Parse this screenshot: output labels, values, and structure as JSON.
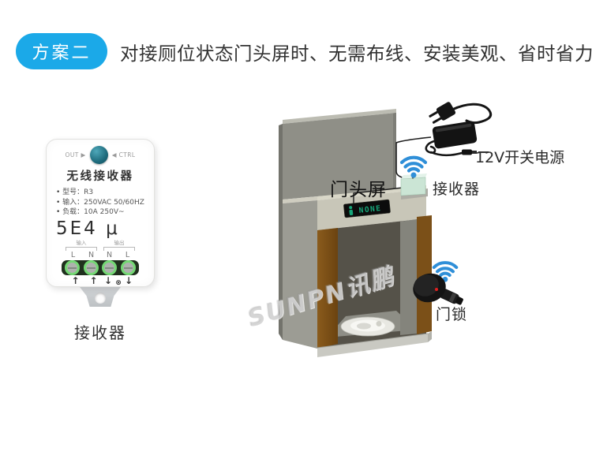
{
  "header": {
    "badge": "方案二",
    "title": "对接厕位状态门头屏时、无需布线、安装美观、省时省力"
  },
  "device": {
    "port_left": "OUT ▶",
    "port_right": "◀ CTRL",
    "name": "无线接收器",
    "specs": [
      "型号：R3",
      "输入：250VAC 50/60HZ",
      "负载：10A  250V~"
    ],
    "marking": "5E4  μ",
    "terminals": {
      "group_in": "输入",
      "group_out": "输出",
      "pins": [
        "L",
        "N",
        "N",
        "L"
      ],
      "arrows": [
        "↑",
        "↑",
        "↓",
        "⊗",
        "↓"
      ]
    },
    "caption": "接收器"
  },
  "diagram": {
    "labels": {
      "door_screen": "门头屏",
      "power": "12V开关电源",
      "receiver": "接收器",
      "lock": "门锁"
    },
    "display_text": "NONE",
    "watermark": "SUNPN讯鹏"
  },
  "colors": {
    "accent_blue": "#1BA9E8",
    "wifi_blue": "#2F8FD8",
    "display_green": "#17A67A",
    "terminal_green": "#74D874",
    "door_brown": "#7B5018"
  }
}
